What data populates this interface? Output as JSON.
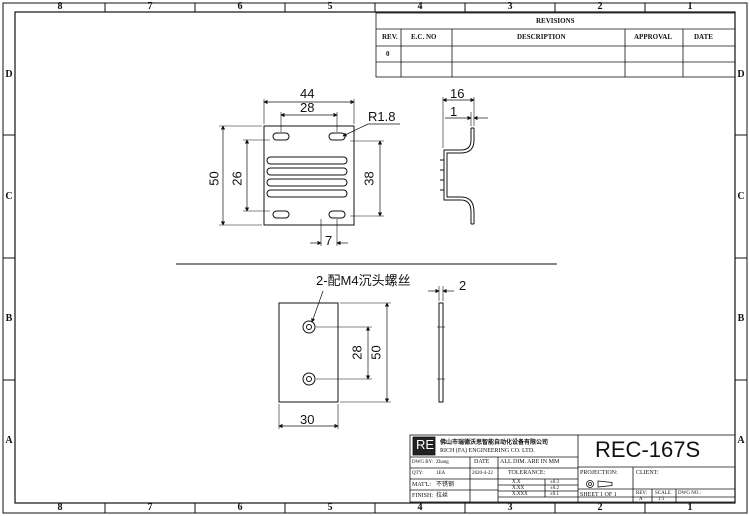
{
  "border": {
    "cols": [
      "8",
      "7",
      "6",
      "5",
      "4",
      "3",
      "2",
      "1"
    ],
    "rows": [
      "D",
      "C",
      "B",
      "A"
    ]
  },
  "revisions": {
    "title": "REVISIONS",
    "headers": [
      "REV.",
      "E.C. NO",
      "DESCRIPTION",
      "APPROVAL",
      "DATE"
    ],
    "rows": [
      [
        "0",
        "",
        "",
        "",
        ""
      ]
    ]
  },
  "top_view": {
    "dim_44": "44",
    "dim_28": "28",
    "dim_r": "R1.8",
    "dim_50": "50",
    "dim_26": "26",
    "dim_38": "38",
    "dim_7": "7"
  },
  "side_view": {
    "dim_16": "16",
    "dim_1": "1"
  },
  "plate_view": {
    "note": "2-配M4沉头螺丝",
    "dim_28": "28",
    "dim_50": "50",
    "dim_30": "30"
  },
  "plate_side": {
    "dim_2": "2"
  },
  "title_block": {
    "logo": "RE",
    "company_cn": "佛山市瑞德沃思智能自动化设备有限公司",
    "company_en": "RICH (FA) ENGINEERING CO. LTD.",
    "drawing_no": "REC-167S",
    "dwg_by_label": "DWG BY:",
    "dwg_by": "Zhang",
    "date_label": "DATE",
    "qty_label": "QTY:",
    "qty": "1EA",
    "date": "2020-4-22",
    "matl_label": "MAT'L:",
    "matl": "不锈钢",
    "finish_label": "FINISH:",
    "finish": "拉丝",
    "dims_note": "ALL DIM. ARE IN MM",
    "tolerance_label": "TOLERANCE:",
    "tol_rows": [
      [
        "X.X",
        "±0.3"
      ],
      [
        "X.XX",
        "±0.2"
      ],
      [
        "X.XXX",
        "±0.1"
      ]
    ],
    "projection_label": "PROJECTION:",
    "client_label": "CLIENT:",
    "sheet": "SHEET  1  OF  1",
    "rev_label": "REV:",
    "rev": "A",
    "scale_label": "SCALE",
    "scale": "1:1",
    "dwg_no_label": "DWG NO.:"
  }
}
